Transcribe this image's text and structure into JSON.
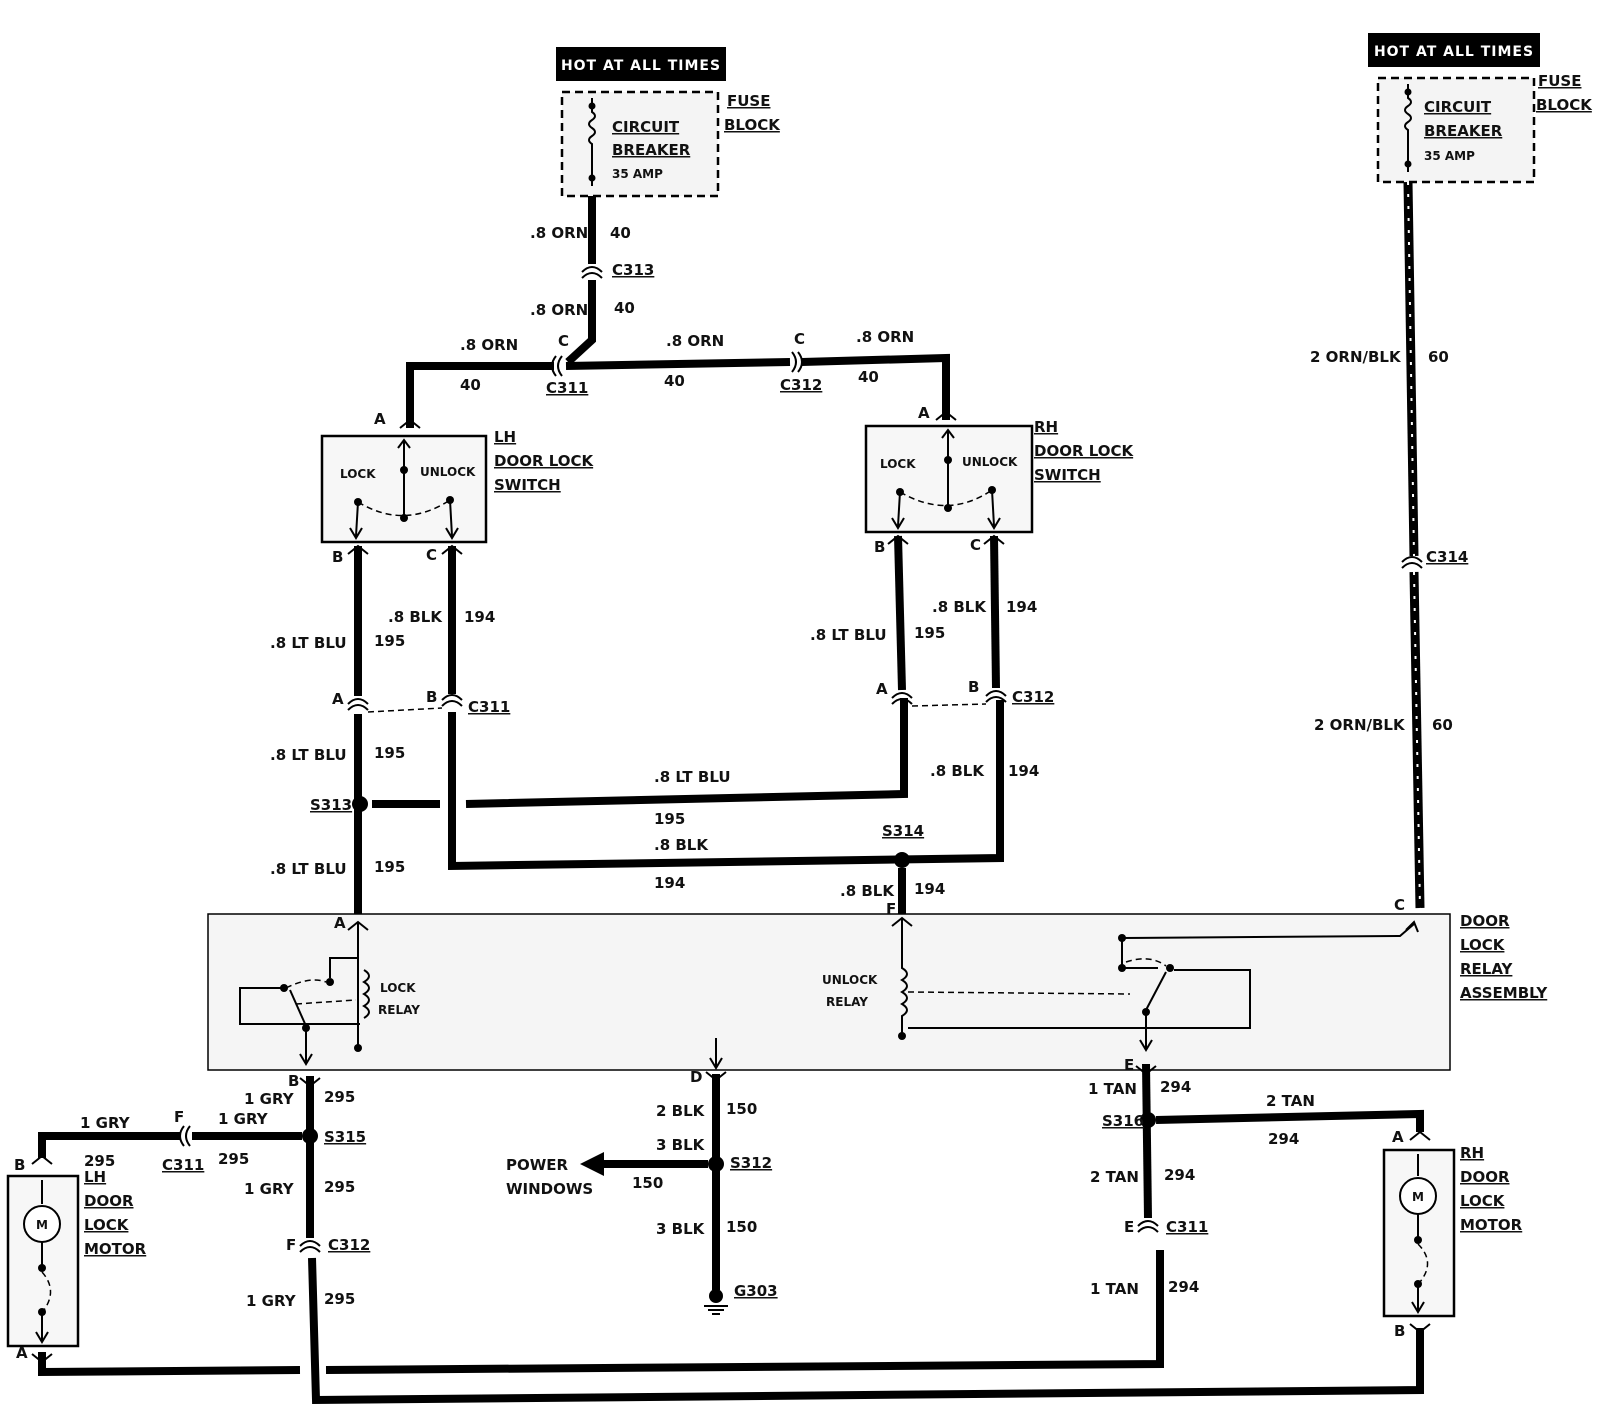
{
  "hot_label": "HOT AT ALL TIMES",
  "fuse_block": {
    "line1": "FUSE",
    "line2": "BLOCK"
  },
  "circuit_breaker": {
    "line1": "CIRCUIT",
    "line2": "BREAKER",
    "rating": "35 AMP"
  },
  "connectors": {
    "c311": "C311",
    "c312": "C312",
    "c313": "C313",
    "c314": "C314"
  },
  "splices": {
    "s312": "S312",
    "s313": "S313",
    "s314": "S314",
    "s315": "S315",
    "s316": "S316"
  },
  "ground": "G303",
  "pins": {
    "a": "A",
    "b": "B",
    "c": "C",
    "d": "D",
    "e": "E",
    "f": "F"
  },
  "wires": {
    "orn_08": ".8 ORN",
    "circuit_40": "40",
    "lt_blu_08": ".8 LT BLU",
    "circuit_195": "195",
    "blk_08": ".8 BLK",
    "circuit_194": "194",
    "orn_blk_2": "2 ORN/BLK",
    "circuit_60": "60",
    "gry_1": "1 GRY",
    "circuit_295": "295",
    "blk_2": "2 BLK",
    "blk_3": "3 BLK",
    "circuit_150": "150",
    "tan_1": "1 TAN",
    "tan_2": "2 TAN",
    "circuit_294": "294"
  },
  "lh_switch": {
    "line1": "LH",
    "line2": "DOOR LOCK",
    "line3": "SWITCH",
    "lock": "LOCK",
    "unlock": "UNLOCK"
  },
  "rh_switch": {
    "line1": "RH",
    "line2": "DOOR LOCK",
    "line3": "SWITCH",
    "lock": "LOCK",
    "unlock": "UNLOCK"
  },
  "relay_assembly": {
    "line1": "DOOR",
    "line2": "LOCK",
    "line3": "RELAY",
    "line4": "ASSEMBLY",
    "lock_relay1": "LOCK",
    "lock_relay2": "RELAY",
    "unlock_relay1": "UNLOCK",
    "unlock_relay2": "RELAY"
  },
  "power_windows": {
    "line1": "POWER",
    "line2": "WINDOWS"
  },
  "lh_motor": {
    "line1": "LH",
    "line2": "DOOR",
    "line3": "LOCK",
    "line4": "MOTOR",
    "m": "M"
  },
  "rh_motor": {
    "line1": "RH",
    "line2": "DOOR",
    "line3": "LOCK",
    "line4": "MOTOR",
    "m": "M"
  }
}
